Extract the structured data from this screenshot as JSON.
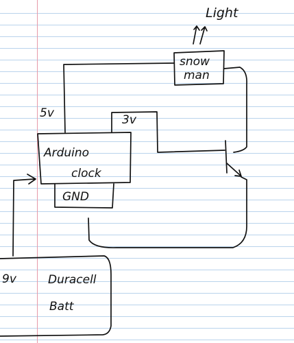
{
  "labels": {
    "light": "Light",
    "snowman_line1": "snow",
    "snowman_line2": "man",
    "five_v": "5v",
    "three_v": "3v",
    "arduino_line1": "Arduino",
    "arduino_line2": "clock",
    "gnd": "GND",
    "nine_v": "9v",
    "battery_line1": "Duracell",
    "battery_line2": "Batt"
  },
  "colors": {
    "ink": "#111111",
    "rule_lines": "#b9d3ec",
    "margin_line": "#e79aa8",
    "paper": "#ffffff"
  }
}
